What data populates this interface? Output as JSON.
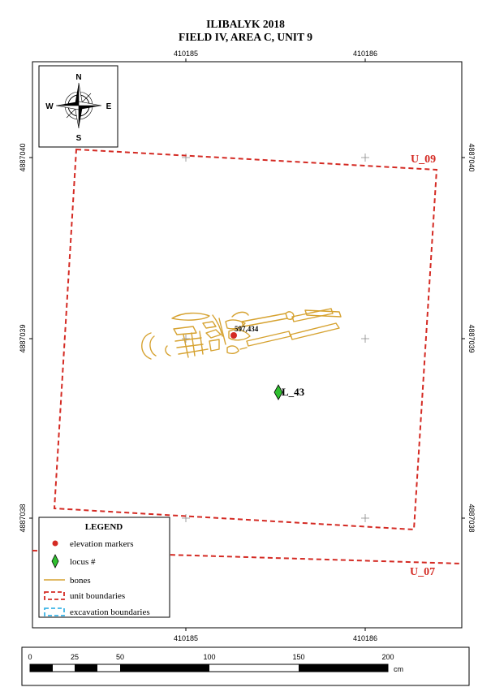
{
  "title": {
    "line1": "ILIBALYK 2018",
    "line2": "FIELD IV, AREA C, UNIT 9"
  },
  "grid": {
    "x_labels_top": [
      "410185",
      "410186"
    ],
    "x_labels_bottom": [
      "410185",
      "410186"
    ],
    "y_labels_left": [
      "4887040",
      "4887039",
      "4887038"
    ],
    "y_labels_right": [
      "4887040",
      "4887039",
      "4887038"
    ]
  },
  "compass": {
    "icon": "compass-rose-icon",
    "n": "N",
    "s": "S",
    "e": "E",
    "w": "W"
  },
  "map": {
    "unit_labels": [
      "U_09",
      "U_07"
    ],
    "elevation_marker": "597,434",
    "locus_label": "L_43"
  },
  "legend": {
    "title": "LEGEND",
    "items": [
      {
        "label": "elevation markers",
        "icon": "red-dot-icon",
        "color": "#d42a23"
      },
      {
        "label": "locus #",
        "icon": "green-diamond-icon",
        "color": "#2fbf2f"
      },
      {
        "label": "bones",
        "icon": "bone-line-icon",
        "color": "#d6a230"
      },
      {
        "label": "unit boundaries",
        "icon": "red-dashed-box-icon",
        "color": "#d42a23"
      },
      {
        "label": "excavation boundaries",
        "icon": "blue-dashed-box-icon",
        "color": "#3cb4e6"
      }
    ]
  },
  "scalebar": {
    "ticks": [
      "0",
      "25",
      "50",
      "100",
      "150",
      "200"
    ],
    "unit": "cm"
  }
}
